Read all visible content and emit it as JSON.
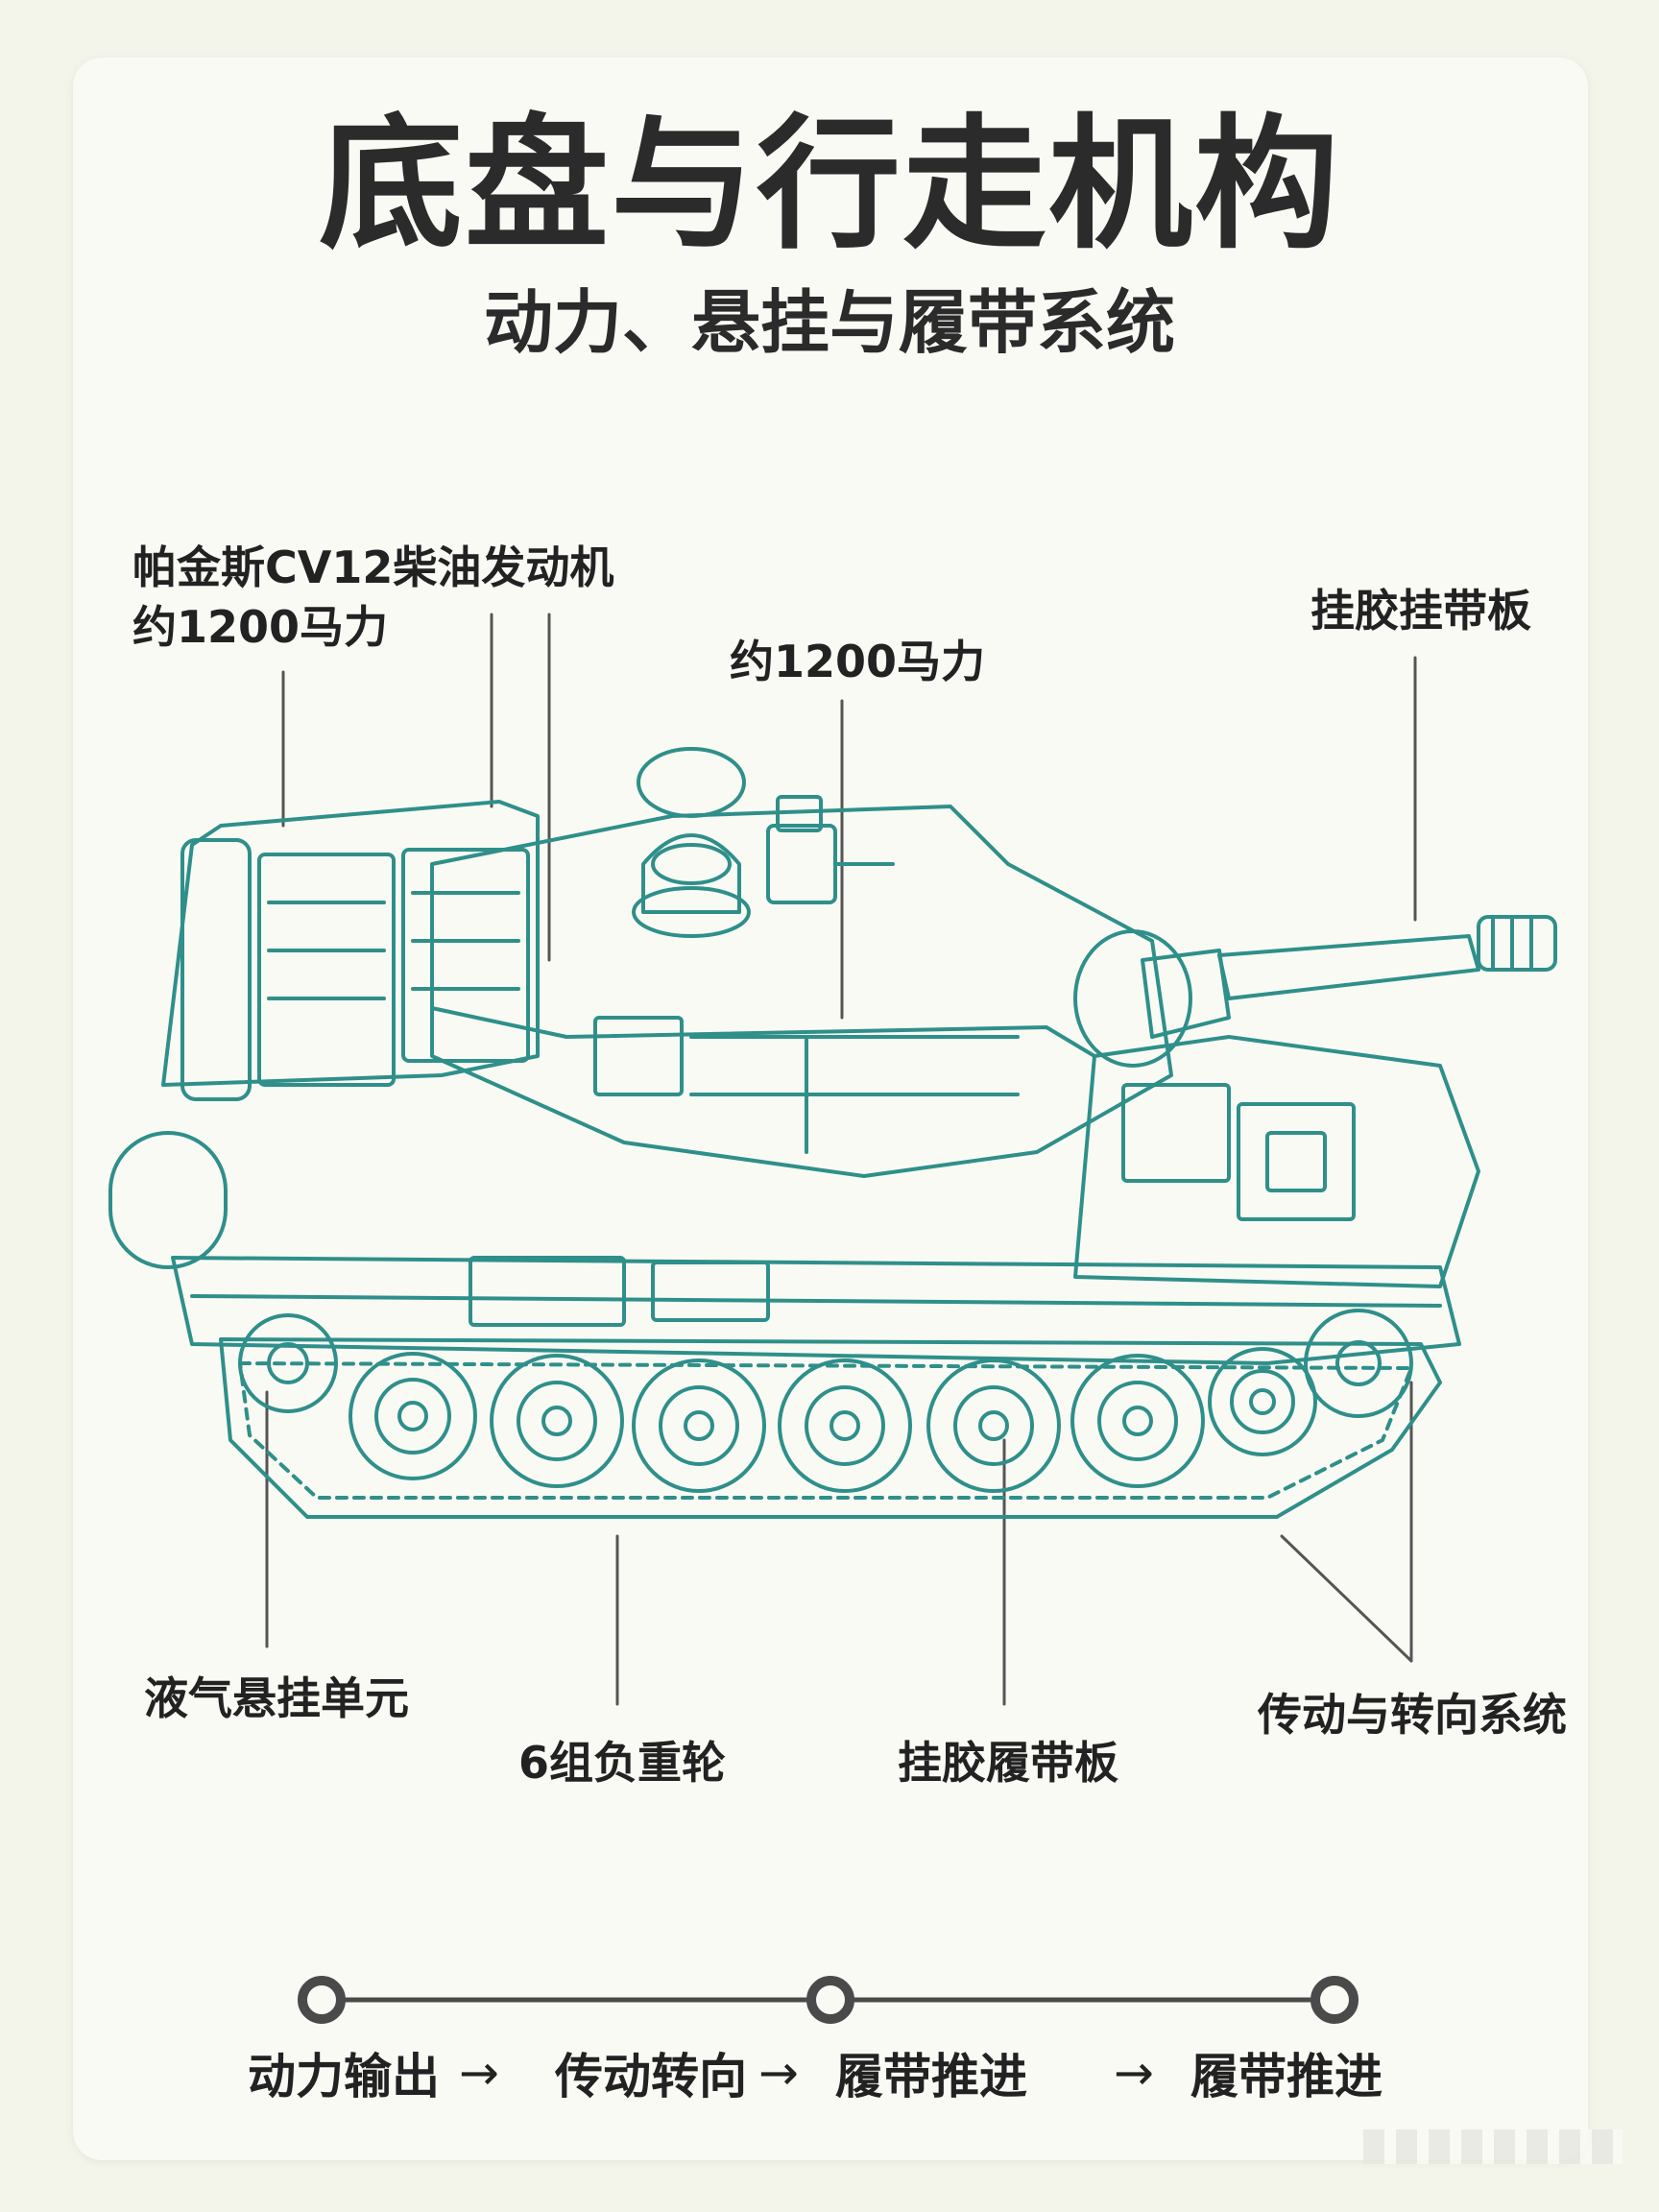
{
  "title": "底盘与行走机构",
  "subtitle": "动力、悬挂与履带系统",
  "callouts": {
    "engine_line1": "帕金斯CV12柴油发动机",
    "engine_line2": "约1200马力",
    "power_center": "约1200马力",
    "track_top_right": "挂胶挂带板",
    "suspension": "液气悬挂单元",
    "road_wheels": "6组负重轮",
    "track_pads": "挂胶履带板",
    "transmission": "传动与转向系统"
  },
  "flow": {
    "steps": [
      "动力输出",
      "传动转向",
      "履带推进",
      "履带推进"
    ],
    "arrow": "→"
  },
  "colors": {
    "line_art": "#2f8f8a",
    "text": "#222222",
    "flow_line": "#4a4a4a",
    "background": "#f9faf4"
  }
}
